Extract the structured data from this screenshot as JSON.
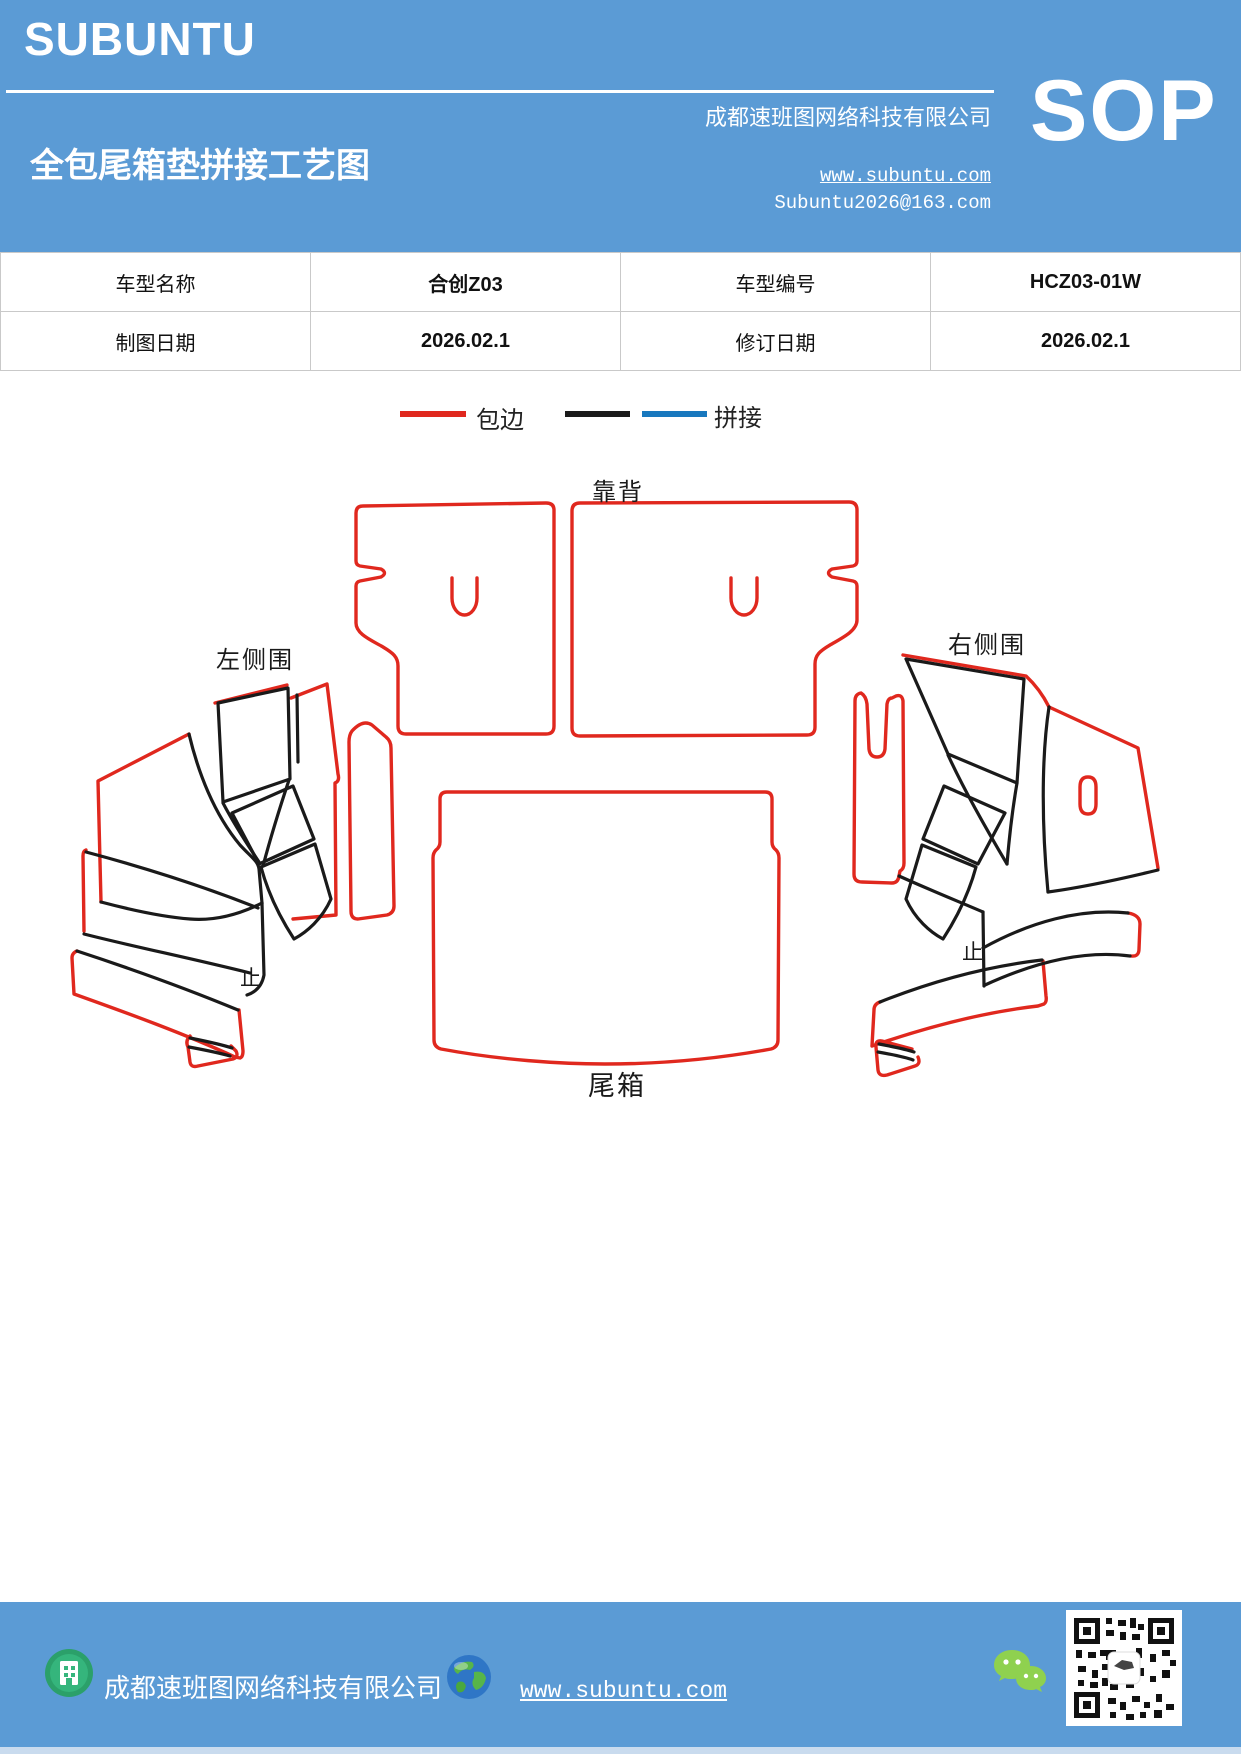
{
  "header": {
    "logo": "SUBUNTU",
    "title": "全包尾箱垫拼接工艺图",
    "company": "成都速班图网络科技有限公司",
    "website": "www.subuntu.com",
    "email": "Subuntu2026@163.com",
    "badge": "SOP"
  },
  "info_table": {
    "rows": [
      {
        "cells": [
          "车型名称",
          "合创Z03",
          "车型编号",
          "HCZ03-01W"
        ]
      },
      {
        "cells": [
          "制图日期",
          "2026.02.1",
          "修订日期",
          "2026.02.1"
        ]
      }
    ]
  },
  "legend": {
    "bind_label": "包边",
    "stitch_label": "拼接",
    "colors": {
      "bind": "#e0281e",
      "stitch_black": "#1a1a1a",
      "stitch_blue": "#1878be"
    }
  },
  "diagram": {
    "labels": {
      "backrest": "靠背",
      "left_side": "左侧围",
      "right_side": "右侧围",
      "trunk": "尾箱",
      "stop_left": "止",
      "stop_right": "止"
    },
    "line_colors": {
      "edge_binding": "#e0281e",
      "seam": "#1a1a1a"
    }
  },
  "footer": {
    "company": "成都速班图网络科技有限公司",
    "website": "www.subuntu.com"
  },
  "theme": {
    "band_blue": "#5b9bd5",
    "bottom_strip": "#c9dbee",
    "wechat_green": "#8fd14f"
  }
}
